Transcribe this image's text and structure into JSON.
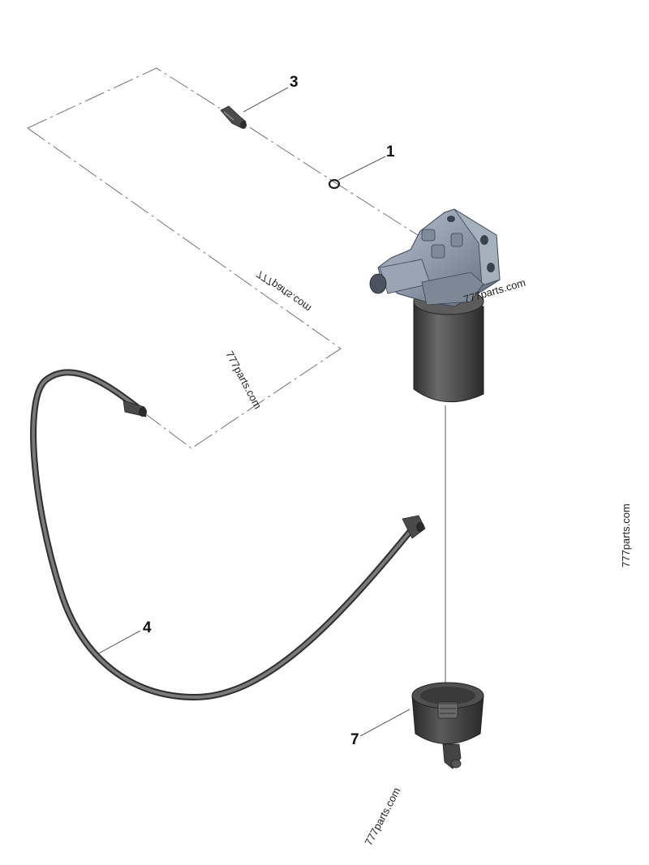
{
  "callouts": [
    {
      "id": "1",
      "label": "1"
    },
    {
      "id": "3",
      "label": "3"
    },
    {
      "id": "4",
      "label": "4"
    },
    {
      "id": "7",
      "label": "7"
    }
  ],
  "watermarks": [
    {
      "id": "wm1",
      "text": "777parts.com"
    },
    {
      "id": "wm2",
      "text": "777parts.com"
    },
    {
      "id": "wm3",
      "text": "777parts.com"
    },
    {
      "id": "wm4",
      "text": "777parts.com"
    },
    {
      "id": "wm5",
      "text": "777parts.com"
    }
  ],
  "colors": {
    "head": "#8e9aaa",
    "head_dark": "#5e6877",
    "canister": "#4a4a4a",
    "hose": "#5a5a5a",
    "bowl": "#3e3e3e"
  }
}
